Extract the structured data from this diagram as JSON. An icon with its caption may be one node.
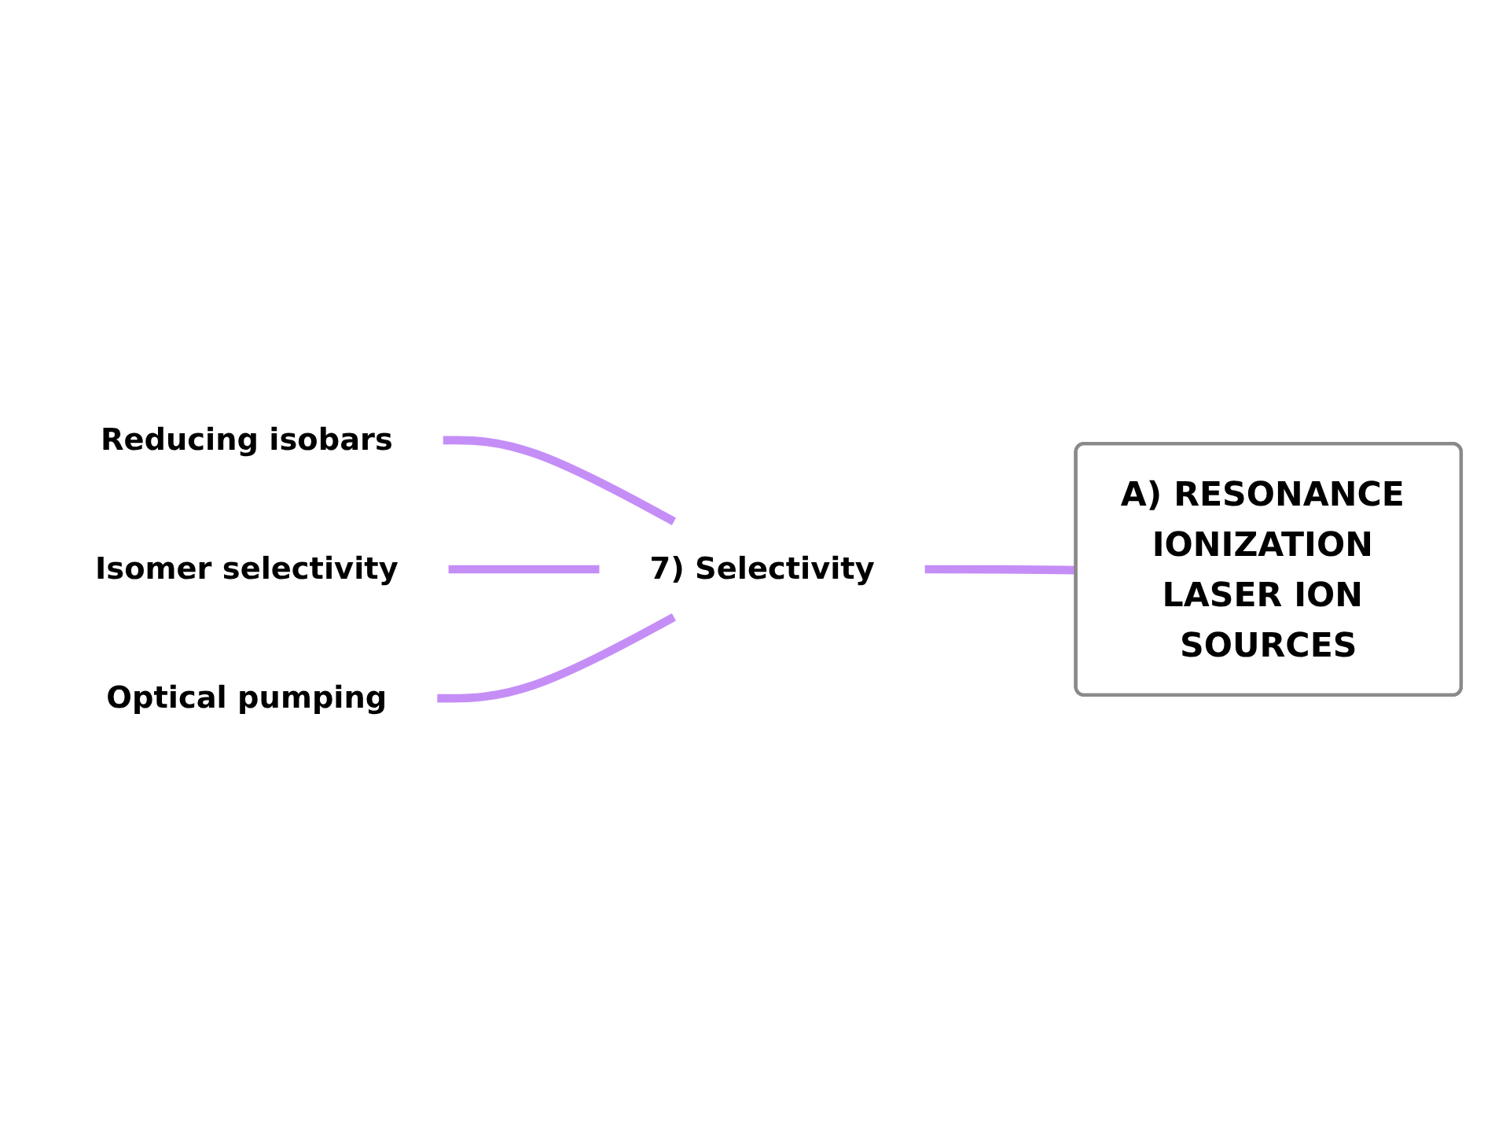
{
  "diagram": {
    "nodes": [
      {
        "text": [
          "A) RESONANCE IONIZATION LASER ION SOURCES"
        ]
      },
      {
        "text": [
          "7) Selectivity"
        ]
      },
      {
        "text": [
          "Reducing isobars"
        ]
      },
      {
        "text": [
          "Isomer selectivity"
        ]
      },
      {
        "text": [
          "Optical pumping"
        ]
      }
    ],
    "edges": [
      {
        "from": 0,
        "to": 1,
        "arrow": "none"
      },
      {
        "from": 1,
        "to": 2,
        "arrow": "none"
      },
      {
        "from": 1,
        "to": 3,
        "arrow": "none"
      },
      {
        "from": 1,
        "to": 4,
        "arrow": "none"
      }
    ]
  }
}
